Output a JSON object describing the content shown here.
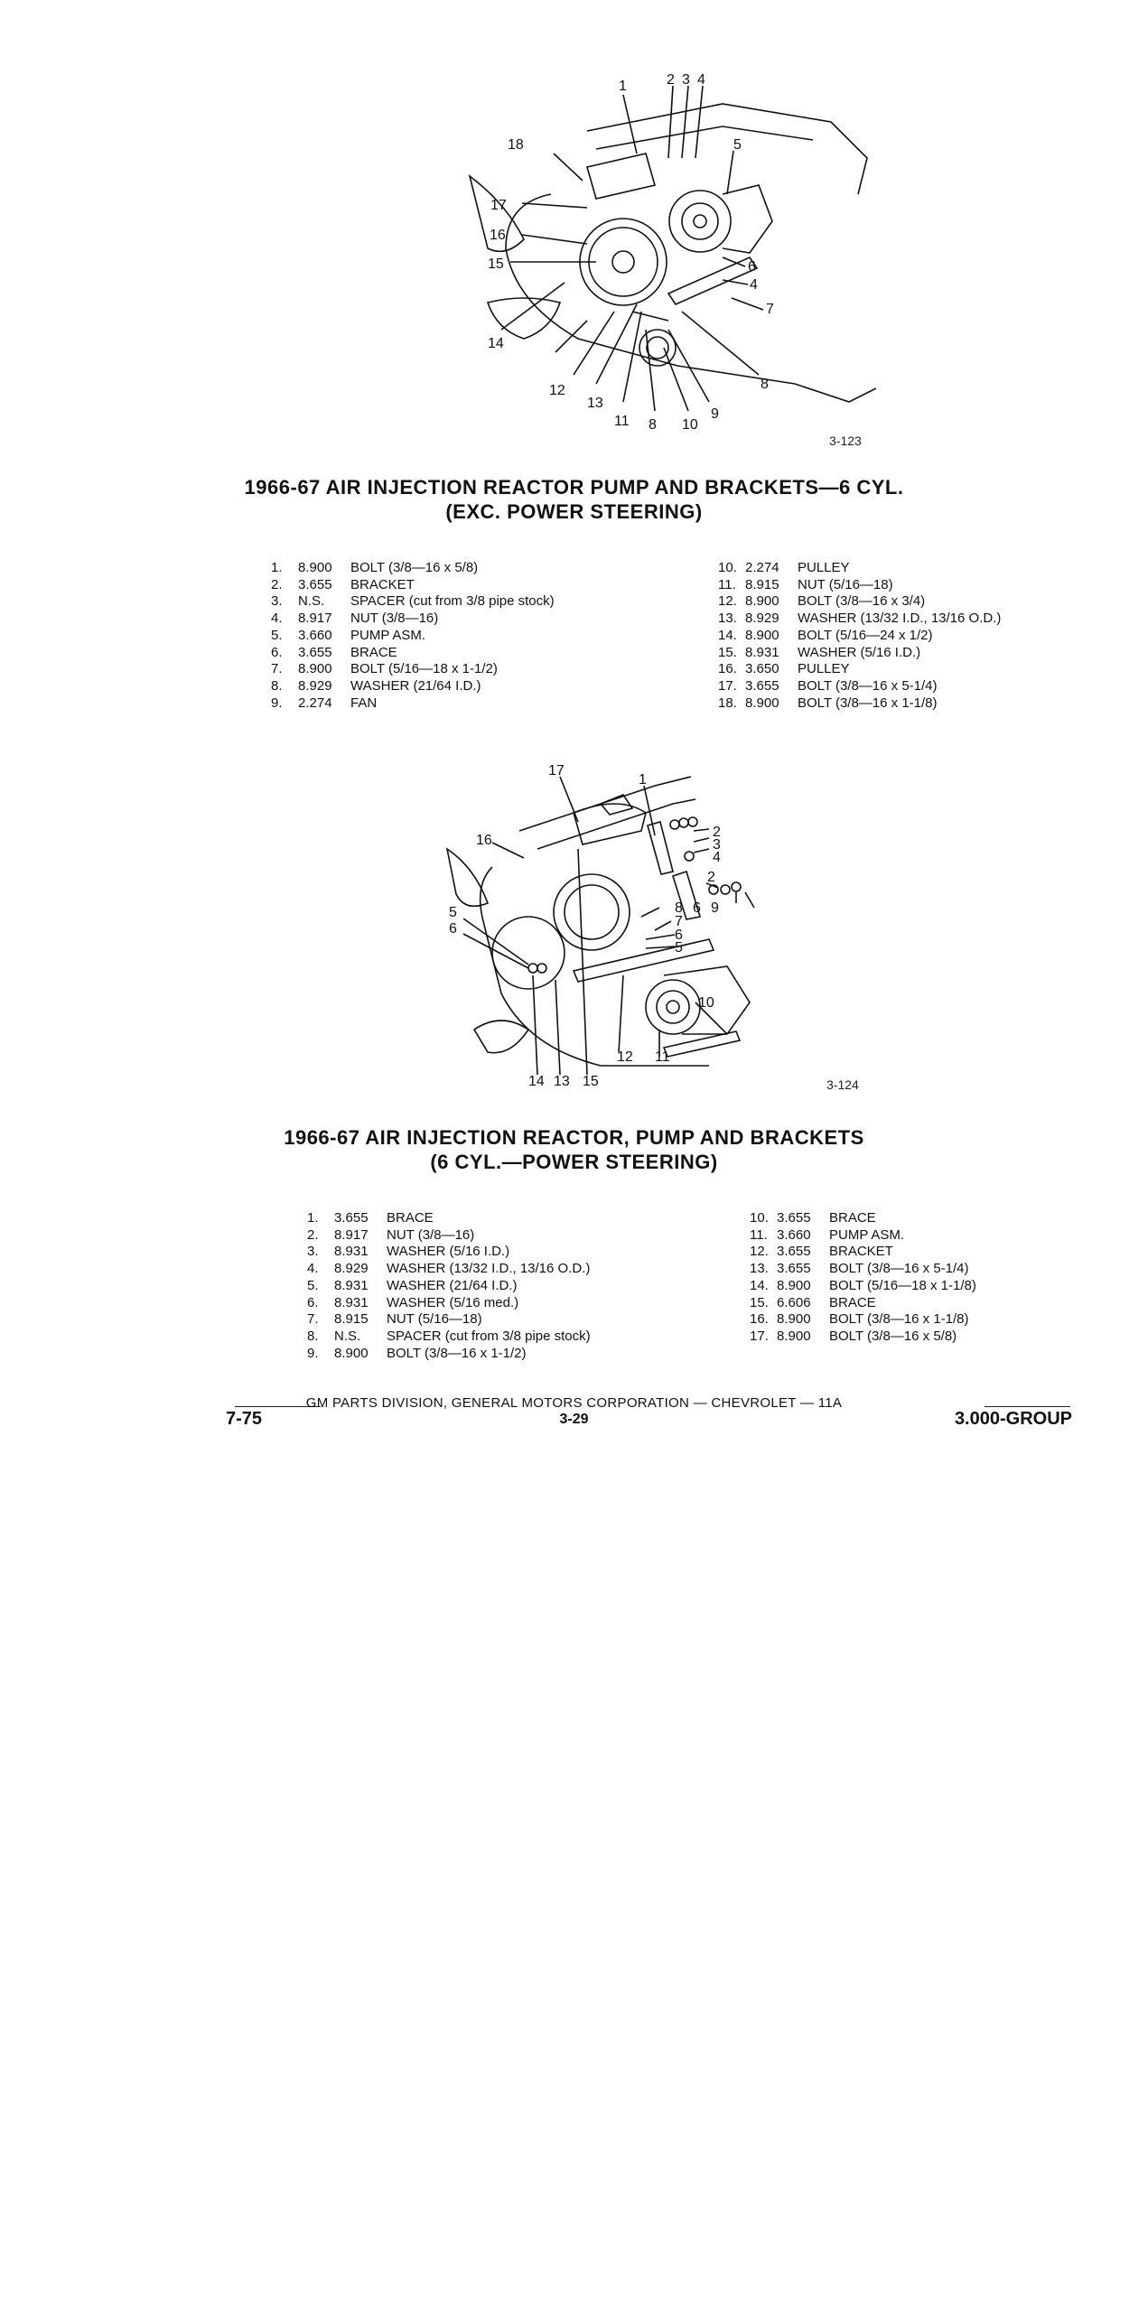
{
  "figure1": {
    "number": "3-123",
    "callouts": [
      "1",
      "2",
      "3",
      "4",
      "5",
      "6",
      "4",
      "7",
      "8",
      "9",
      "10",
      "8",
      "11",
      "13",
      "12",
      "14",
      "15",
      "16",
      "17",
      "18"
    ],
    "caption_line1": "1966-67 AIR INJECTION REACTOR PUMP AND BRACKETS—6 CYL.",
    "caption_line2": "(EXC. POWER STEERING)",
    "parts_left": [
      {
        "n": "1.",
        "code": "8.900",
        "desc": "BOLT (3/8—16 x 5/8)"
      },
      {
        "n": "2.",
        "code": "3.655",
        "desc": "BRACKET"
      },
      {
        "n": "3.",
        "code": "N.S.",
        "desc": "SPACER (cut from 3/8 pipe stock)"
      },
      {
        "n": "4.",
        "code": "8.917",
        "desc": "NUT (3/8—16)"
      },
      {
        "n": "5.",
        "code": "3.660",
        "desc": "PUMP ASM."
      },
      {
        "n": "6.",
        "code": "3.655",
        "desc": "BRACE"
      },
      {
        "n": "7.",
        "code": "8.900",
        "desc": "BOLT (5/16—18 x 1-1/2)"
      },
      {
        "n": "8.",
        "code": "8.929",
        "desc": "WASHER (21/64 I.D.)"
      },
      {
        "n": "9.",
        "code": "2.274",
        "desc": "FAN"
      }
    ],
    "parts_right": [
      {
        "n": "10.",
        "code": "2.274",
        "desc": "PULLEY"
      },
      {
        "n": "11.",
        "code": "8.915",
        "desc": "NUT (5/16—18)"
      },
      {
        "n": "12.",
        "code": "8.900",
        "desc": "BOLT (3/8—16 x 3/4)"
      },
      {
        "n": "13.",
        "code": "8.929",
        "desc": "WASHER (13/32 I.D., 13/16 O.D.)"
      },
      {
        "n": "14.",
        "code": "8.900",
        "desc": "BOLT (5/16—24 x 1/2)"
      },
      {
        "n": "15.",
        "code": "8.931",
        "desc": "WASHER (5/16 I.D.)"
      },
      {
        "n": "16.",
        "code": "3.650",
        "desc": "PULLEY"
      },
      {
        "n": "17.",
        "code": "3.655",
        "desc": "BOLT (3/8—16 x 5-1/4)"
      },
      {
        "n": "18.",
        "code": "8.900",
        "desc": "BOLT (3/8—16 x 1-1/8)"
      }
    ]
  },
  "figure2": {
    "number": "3-124",
    "callouts": [
      "17",
      "1",
      "2",
      "3",
      "4",
      "16",
      "2",
      "5",
      "6",
      "8",
      "6",
      "9",
      "7",
      "6",
      "5",
      "10",
      "12",
      "11",
      "14",
      "13",
      "15"
    ],
    "caption_line1": "1966-67 AIR INJECTION REACTOR, PUMP AND BRACKETS",
    "caption_line2": "(6 CYL.—POWER STEERING)",
    "parts_left": [
      {
        "n": "1.",
        "code": "3.655",
        "desc": "BRACE"
      },
      {
        "n": "2.",
        "code": "8.917",
        "desc": "NUT (3/8—16)"
      },
      {
        "n": "3.",
        "code": "8.931",
        "desc": "WASHER (5/16 I.D.)"
      },
      {
        "n": "4.",
        "code": "8.929",
        "desc": "WASHER (13/32 I.D., 13/16 O.D.)"
      },
      {
        "n": "5.",
        "code": "8.931",
        "desc": "WASHER (21/64 I.D.)"
      },
      {
        "n": "6.",
        "code": "8.931",
        "desc": "WASHER (5/16 med.)"
      },
      {
        "n": "7.",
        "code": "8.915",
        "desc": "NUT (5/16—18)"
      },
      {
        "n": "8.",
        "code": "N.S.",
        "desc": "SPACER (cut from 3/8 pipe stock)"
      },
      {
        "n": "9.",
        "code": "8.900",
        "desc": "BOLT (3/8—16 x 1-1/2)"
      }
    ],
    "parts_right": [
      {
        "n": "10.",
        "code": "3.655",
        "desc": "BRACE"
      },
      {
        "n": "11.",
        "code": "3.660",
        "desc": "PUMP ASM."
      },
      {
        "n": "12.",
        "code": "3.655",
        "desc": "BRACKET"
      },
      {
        "n": "13.",
        "code": "3.655",
        "desc": "BOLT (3/8—16 x 5-1/4)"
      },
      {
        "n": "14.",
        "code": "8.900",
        "desc": "BOLT (5/16—18 x 1-1/8)"
      },
      {
        "n": "15.",
        "code": "6.606",
        "desc": "BRACE"
      },
      {
        "n": "16.",
        "code": "8.900",
        "desc": "BOLT (3/8—16 x 1-1/8)"
      },
      {
        "n": "17.",
        "code": "8.900",
        "desc": "BOLT (3/8—16 x 5/8)"
      }
    ]
  },
  "footer": {
    "text": "GM PARTS DIVISION, GENERAL MOTORS CORPORATION — CHEVROLET — 11A",
    "date": "7-75",
    "page": "3-29",
    "group": "3.000-GROUP"
  }
}
